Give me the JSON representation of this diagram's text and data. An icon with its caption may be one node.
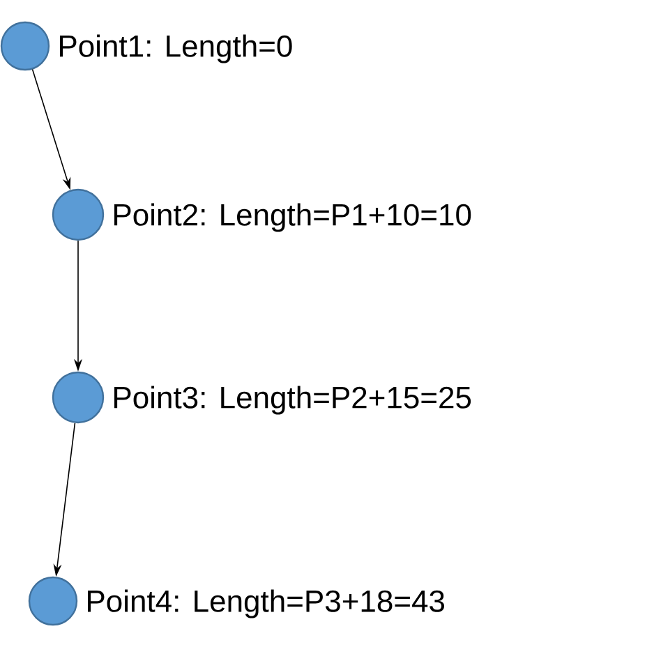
{
  "diagram": {
    "nodes": [
      {
        "text": [],
        "shape": "circle",
        "beside": [
          "Point1: Length=0"
        ]
      },
      {
        "text": [],
        "shape": "circle",
        "beside": [
          "Point2: Length=P1+10=10"
        ]
      },
      {
        "text": [],
        "shape": "circle",
        "beside": [
          "Point3: Length=P2+15=25"
        ]
      },
      {
        "text": [],
        "shape": "circle",
        "beside": [
          "Point4: Length=P3+18=43"
        ]
      }
    ],
    "edges": [
      {
        "from": 0,
        "to": 1,
        "arrow": "to"
      },
      {
        "from": 1,
        "to": 2,
        "arrow": "to"
      },
      {
        "from": 2,
        "to": 3,
        "arrow": "to"
      }
    ]
  }
}
